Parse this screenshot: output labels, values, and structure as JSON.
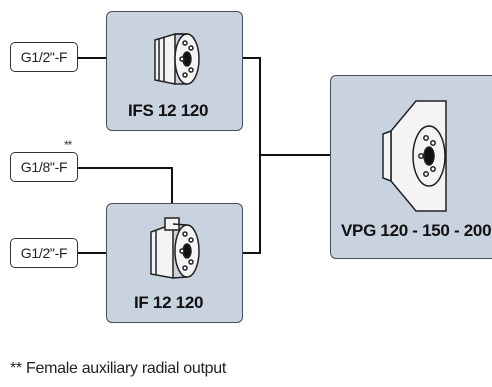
{
  "modules": {
    "ifs": {
      "label": "IFS 12 120"
    },
    "if": {
      "label": "IF 12 120"
    },
    "vpg": {
      "label": "VPG 120 - 150 - 200"
    }
  },
  "ports": {
    "top": {
      "label": "G1/2\"-F"
    },
    "aux": {
      "label": "G1/8\"-F",
      "marker": "**"
    },
    "bottom": {
      "label": "G1/2\"-F"
    }
  },
  "footnote": {
    "text": "** Female auxiliary radial output"
  },
  "colors": {
    "module_fill": "#c9d3df",
    "line": "#111111"
  }
}
